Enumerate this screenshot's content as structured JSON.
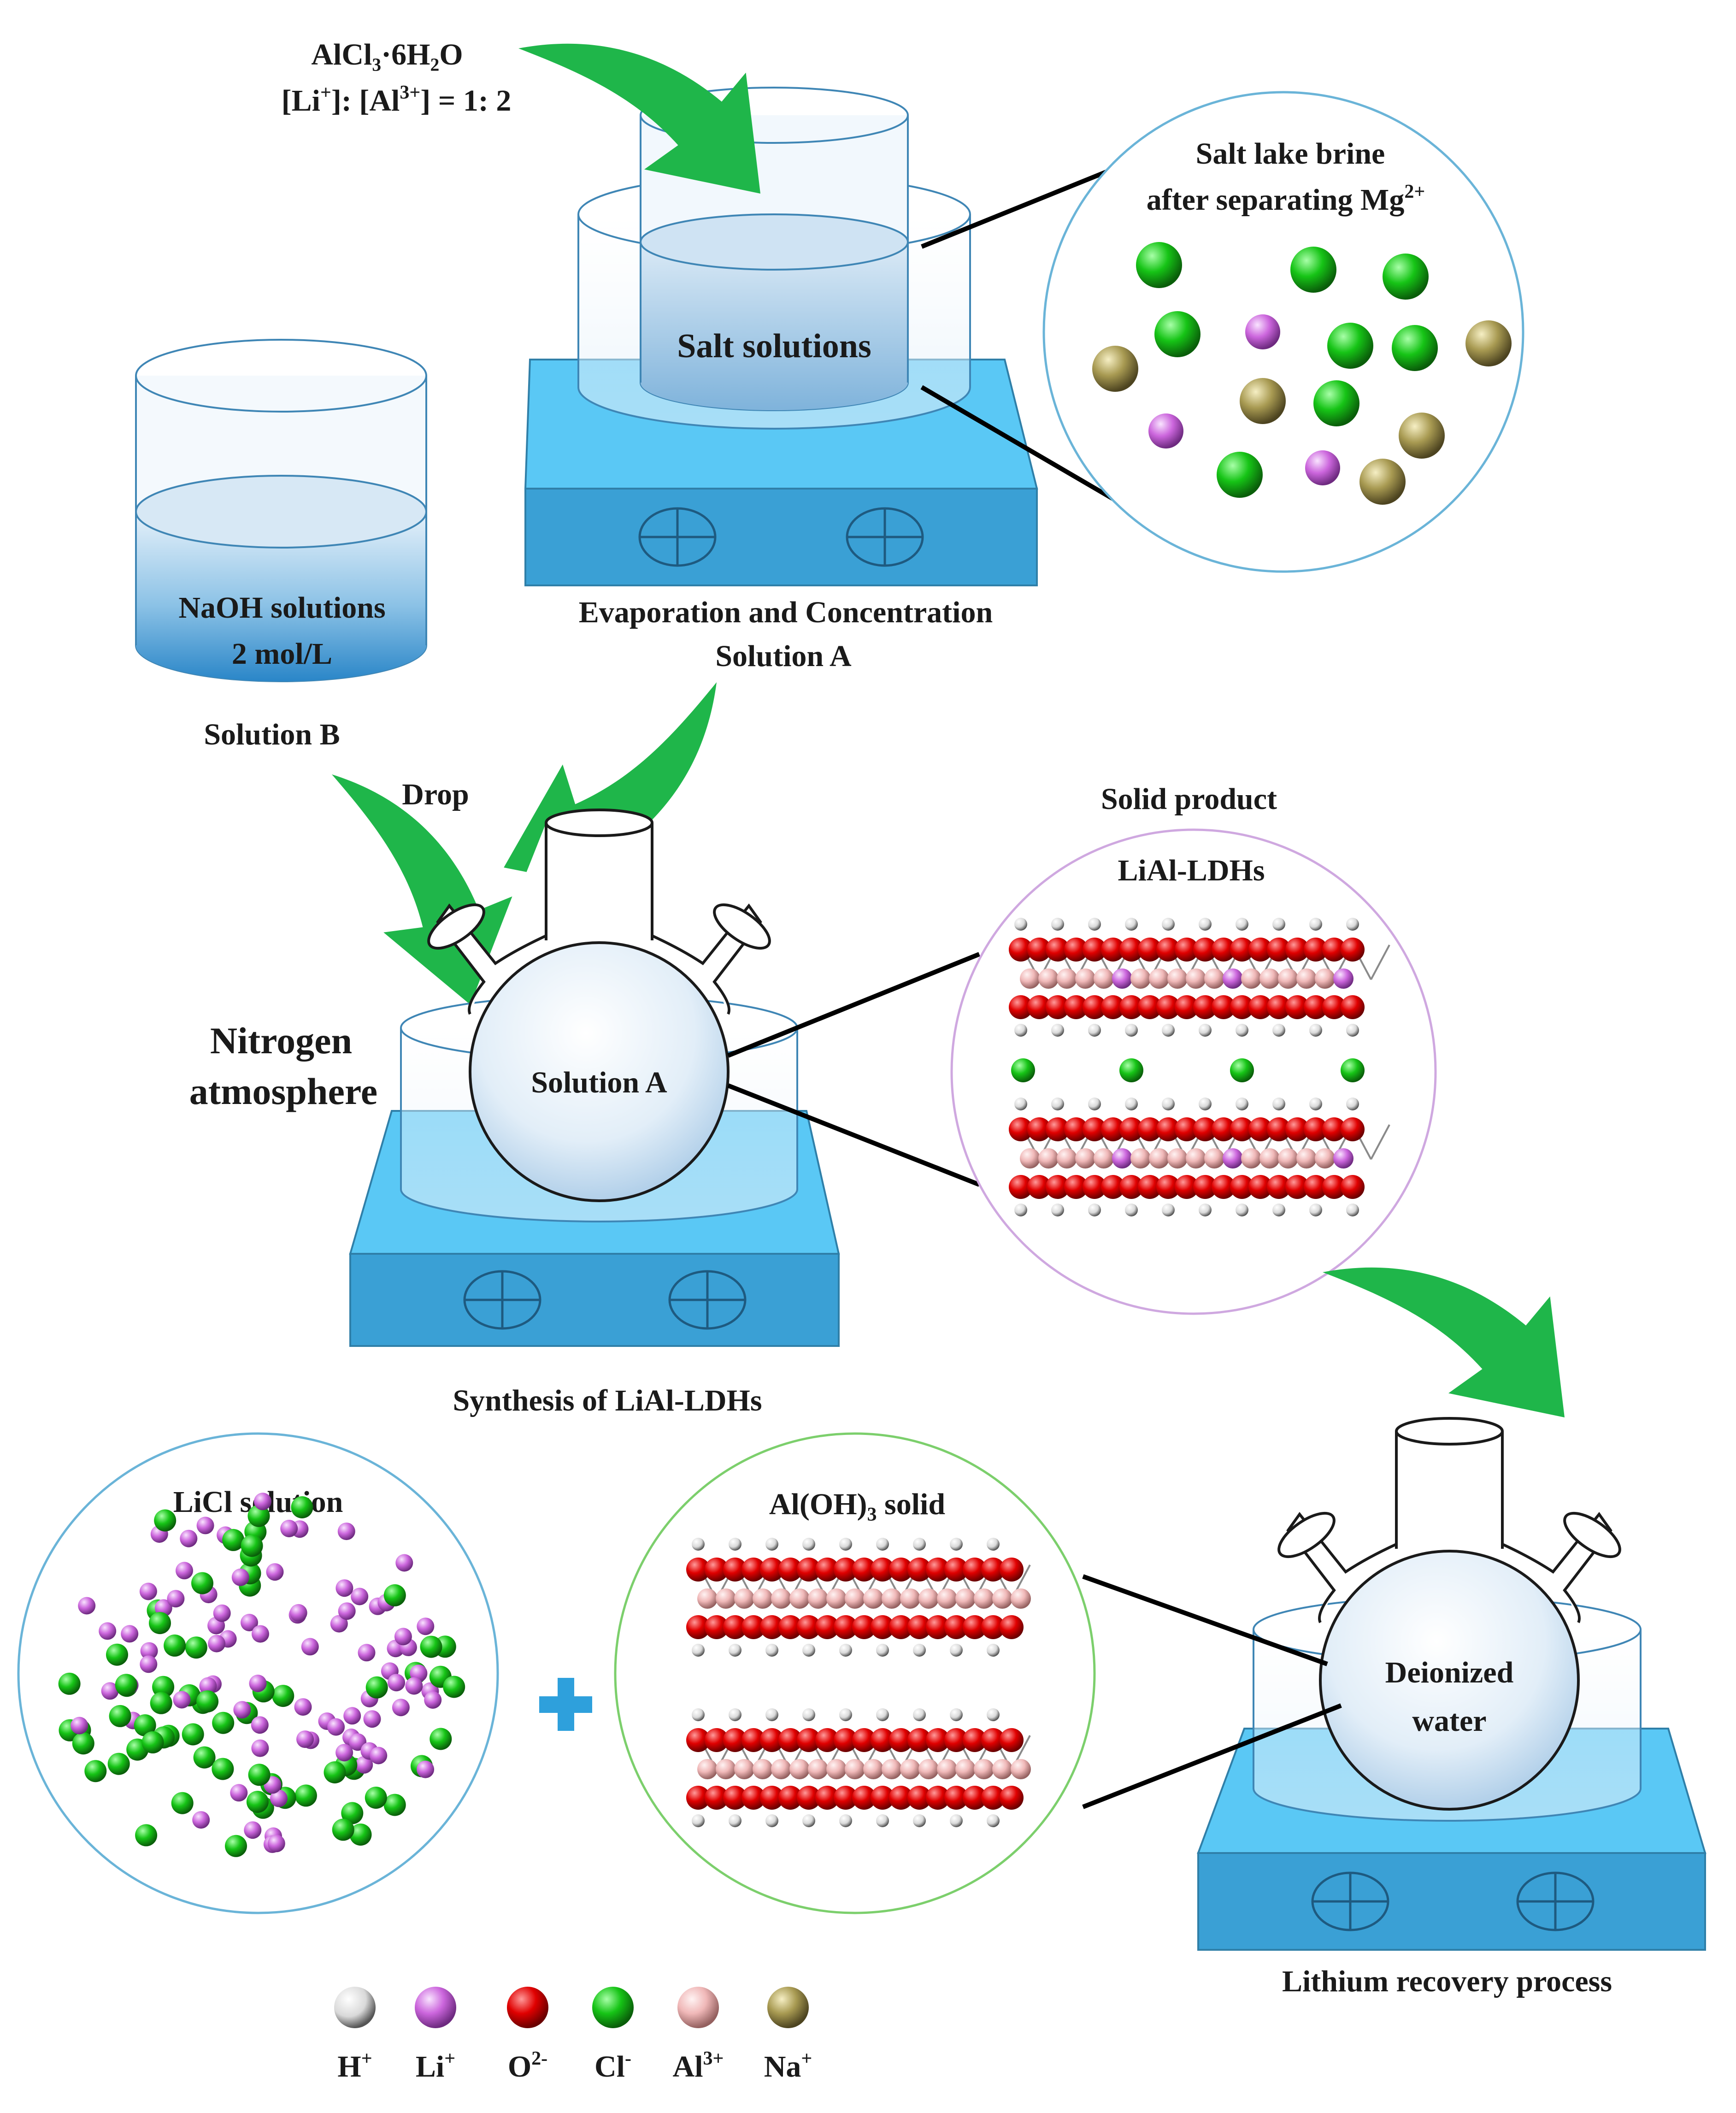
{
  "labels": {
    "reagent_line1": "AlCl₃·6H₂O",
    "reagent_line2_prefix": "[Li",
    "reagent_line2_sup1": "+",
    "reagent_line2_mid": "]: [Al",
    "reagent_line2_sup2": "3+",
    "reagent_line2_suffix": "] = 1: 2",
    "salt_solutions": "Salt solutions",
    "brine_line1": "Salt lake brine",
    "brine_line2": "after separating Mg",
    "brine_line2_sup": "2+",
    "naoh_line1": "NaOH solutions",
    "naoh_line2": "2 mol/L",
    "solution_b": "Solution B",
    "evap_line1": "Evaporation and Concentration",
    "evap_line2": "Solution A",
    "drop": "Drop",
    "solid_product": "Solid product",
    "lial_ldhs": "LiAl-LDHs",
    "nitrogen_line1": "Nitrogen",
    "nitrogen_line2": "atmosphere",
    "flask_solution_a": "Solution A",
    "synthesis": "Synthesis of LiAl-LDHs",
    "licl_solution": "LiCl solution",
    "aloh3_prefix": "Al(OH)",
    "aloh3_sub": "3",
    "aloh3_suffix": " solid",
    "deionized_line1": "Deionized",
    "deionized_line2": "water",
    "lithium_recovery": "Lithium recovery process"
  },
  "legend": [
    {
      "ion": "H",
      "charge": "+",
      "color": "#eeeeee"
    },
    {
      "ion": "Li",
      "charge": "+",
      "color": "#cc66dd"
    },
    {
      "ion": "O",
      "charge": "2-",
      "color": "#e00000"
    },
    {
      "ion": "Cl",
      "charge": "-",
      "color": "#16c416"
    },
    {
      "ion": "Al",
      "charge": "3+",
      "color": "#f0b8b8"
    },
    {
      "ion": "Na",
      "charge": "+",
      "color": "#a89a52"
    }
  ],
  "colors": {
    "arrow": "#1fb64a",
    "hotplate": "#3aa8dc",
    "hotplate_top": "#5ac8f5",
    "liquid": "#2a86c8",
    "circle_border_blue": "#6ab4d8",
    "circle_border_purple": "#cfa8e0",
    "circle_border_green": "#7ccf6c",
    "plus": "#2ea0dc"
  },
  "icons": [
    "green-arrow-icon",
    "hotplate-icon",
    "three-neck-flask-icon",
    "beaker-icon",
    "plus-icon"
  ]
}
